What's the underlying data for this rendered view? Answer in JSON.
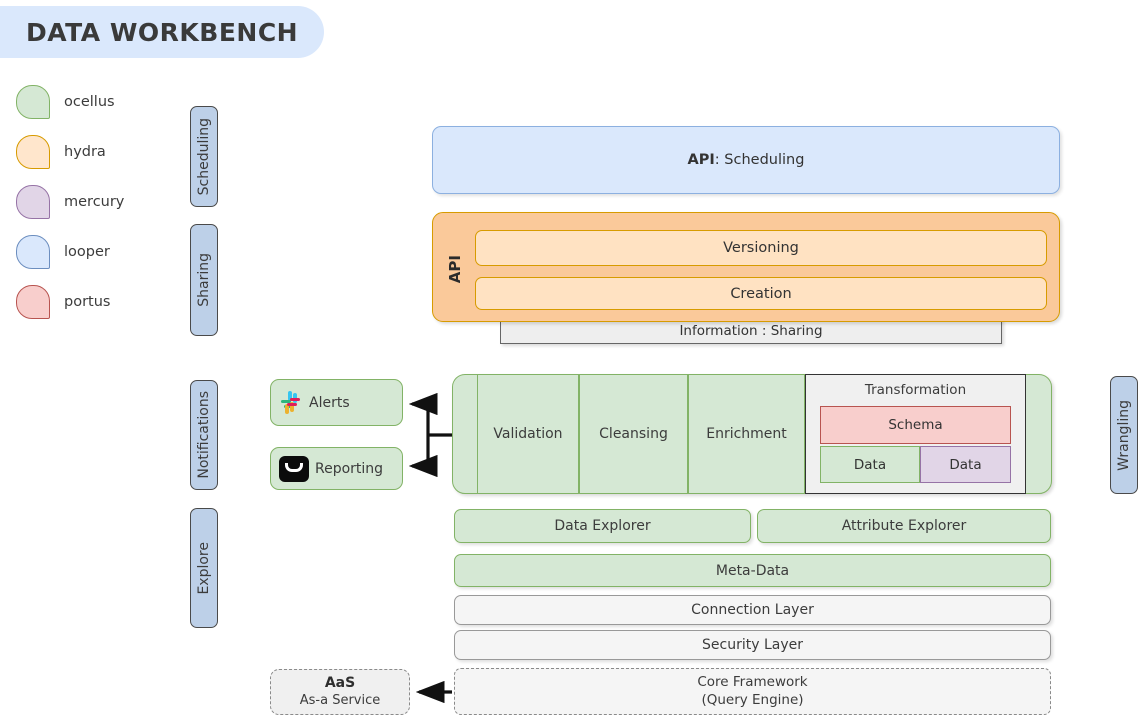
{
  "title": {
    "text": "DATA WORKBENCH"
  },
  "legend": {
    "items": [
      {
        "label": "ocellus",
        "fill": "#d5e8d4",
        "stroke": "#82b366"
      },
      {
        "label": "hydra",
        "fill": "#ffe6cc",
        "stroke": "#d79b00"
      },
      {
        "label": "mercury",
        "fill": "#e1d5e7",
        "stroke": "#9673a6"
      },
      {
        "label": "looper",
        "fill": "#dae8fc",
        "stroke": "#6c8ebf"
      },
      {
        "label": "portus",
        "fill": "#f8cecc",
        "stroke": "#b85450"
      }
    ]
  },
  "side_tabs": {
    "scheduling": "Scheduling",
    "sharing": "Sharing",
    "notifications": "Notifications",
    "explore": "Explore",
    "wrangling": "Wrangling"
  },
  "api_scheduling": {
    "bold": "API",
    "rest": " : Scheduling"
  },
  "api_panel": {
    "label": "API",
    "rows": [
      {
        "label": "Versioning"
      },
      {
        "label": "Creation"
      }
    ]
  },
  "info_sharing": {
    "label": "Information : Sharing"
  },
  "notifications": {
    "alerts": {
      "label": "Alerts",
      "icon": "slack-icon"
    },
    "reporting": {
      "label": "Reporting",
      "icon": "email-icon"
    }
  },
  "pipeline": {
    "stages": [
      {
        "label": "Validation"
      },
      {
        "label": "Cleansing"
      },
      {
        "label": "Enrichment"
      }
    ],
    "transformation": {
      "title": "Transformation",
      "schema": "Schema",
      "data_left": "Data",
      "data_right": "Data"
    }
  },
  "explore": {
    "data_explorer": "Data Explorer",
    "attribute_explorer": "Attribute Explorer",
    "metadata": "Meta-Data"
  },
  "layers": {
    "connection": "Connection Layer",
    "security": "Security Layer",
    "core_framework_line1": "Core Framework",
    "core_framework_line2": "(Query Engine)"
  },
  "aas": {
    "title": "AaS",
    "subtitle": "As-a Service"
  },
  "colors": {
    "title_bg": "#dae8fc",
    "green_fill": "#d5e8d4",
    "green_stroke": "#82b366",
    "orange_fill": "#fac99a",
    "orange_stroke": "#d79b00",
    "orange_row_fill": "#ffe2c2",
    "blue_fill": "#dae8fc",
    "tab_fill": "#bdd0e8",
    "pink_fill": "#f8cecc",
    "purple_fill": "#e1d5e7",
    "gray_fill": "#f5f5f5"
  }
}
